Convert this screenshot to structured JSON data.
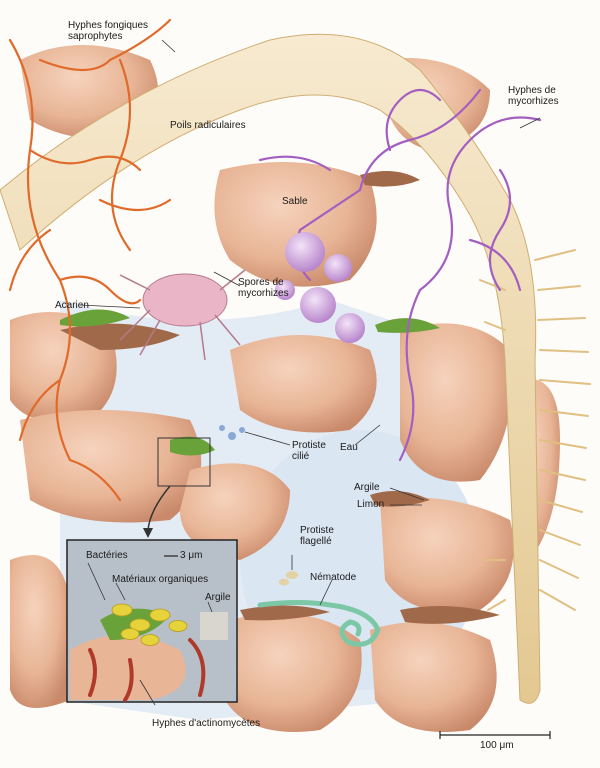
{
  "labels": {
    "hyphes_saprophytes": "Hyphes fongiques saprophytes",
    "poils_radiculaires": "Poils radiculaires",
    "hyphes_mycorhizes": "Hyphes de mycorhizes",
    "sable": "Sable",
    "spores_mycorhizes": "Spores de mycorhizes",
    "acarien": "Acarien",
    "protiste_cilie": "Protiste cilié",
    "eau": "Eau",
    "argile": "Argile",
    "limon": "Limon",
    "protiste_flagelle": "Protiste flagellé",
    "nematode": "Nématode",
    "bacteries": "Bactéries",
    "materiaux_organiques": "Matériaux organiques",
    "argile_inset": "Argile",
    "hyphes_actinomycetes": "Hyphes d'actinomycètes"
  },
  "scale_bars": {
    "inset": "3 μm",
    "main": "100 μm"
  },
  "colors": {
    "soil_grain": "#e8b596",
    "soil_shadow": "#c98a6b",
    "root": "#f0ddb2",
    "saprophyte_hyphae": "#e06a2a",
    "mycorrhiza_hyphae": "#a35fc0",
    "water": "#dce6f2",
    "clay": "#a06a4a",
    "moss": "#6aa23a",
    "nematode": "#7cc8a6",
    "bacteria": "#e6d23a"
  }
}
